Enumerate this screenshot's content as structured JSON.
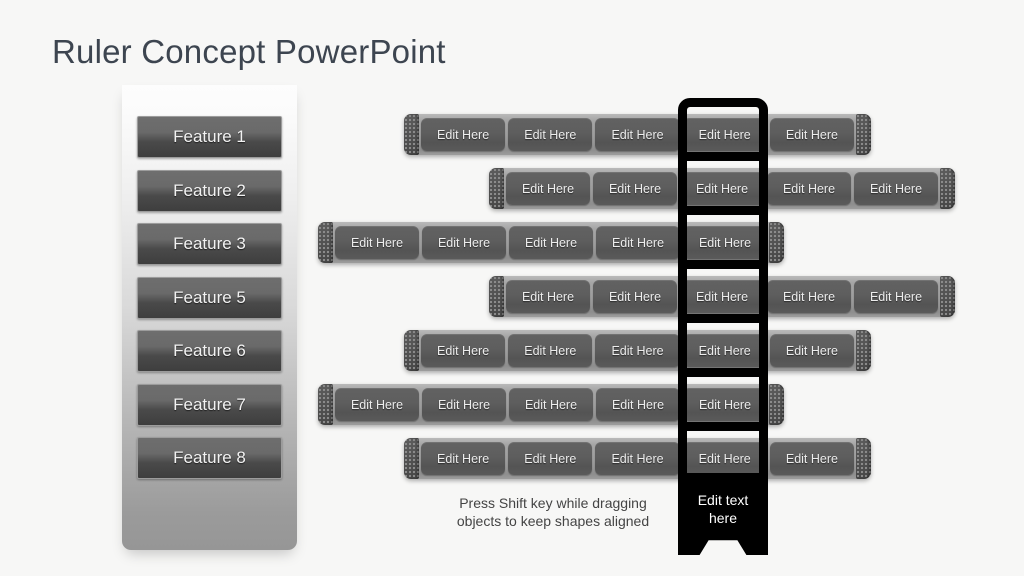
{
  "page": {
    "title": "Ruler Concept PowerPoint",
    "background_color": "#f7f7f6",
    "title_color": "#3d4550"
  },
  "feature_panel": {
    "items": [
      {
        "label": "Feature 1"
      },
      {
        "label": "Feature 2"
      },
      {
        "label": "Feature 3"
      },
      {
        "label": "Feature 5"
      },
      {
        "label": "Feature 6"
      },
      {
        "label": "Feature 7"
      },
      {
        "label": "Feature 8"
      }
    ]
  },
  "ruler_rows": [
    {
      "chips": [
        "Edit Here",
        "Edit Here",
        "Edit Here",
        "Edit Here",
        "Edit Here"
      ]
    },
    {
      "chips": [
        "Edit Here",
        "Edit Here",
        "Edit Here",
        "Edit Here",
        "Edit Here"
      ]
    },
    {
      "chips": [
        "Edit Here",
        "Edit Here",
        "Edit Here",
        "Edit Here",
        "Edit Here"
      ]
    },
    {
      "chips": [
        "Edit Here",
        "Edit Here",
        "Edit Here",
        "Edit Here",
        "Edit Here"
      ]
    },
    {
      "chips": [
        "Edit Here",
        "Edit Here",
        "Edit Here",
        "Edit Here",
        "Edit Here"
      ]
    },
    {
      "chips": [
        "Edit Here",
        "Edit Here",
        "Edit Here",
        "Edit Here",
        "Edit Here"
      ]
    },
    {
      "chips": [
        "Edit Here",
        "Edit Here",
        "Edit Here",
        "Edit Here",
        "Edit Here"
      ]
    }
  ],
  "vertical_ruler": {
    "label_line1": "Edit text",
    "label_line2": "here",
    "color": "#000000"
  },
  "caption": {
    "line1": "Press Shift key while dragging",
    "line2": "objects to keep shapes aligned"
  }
}
